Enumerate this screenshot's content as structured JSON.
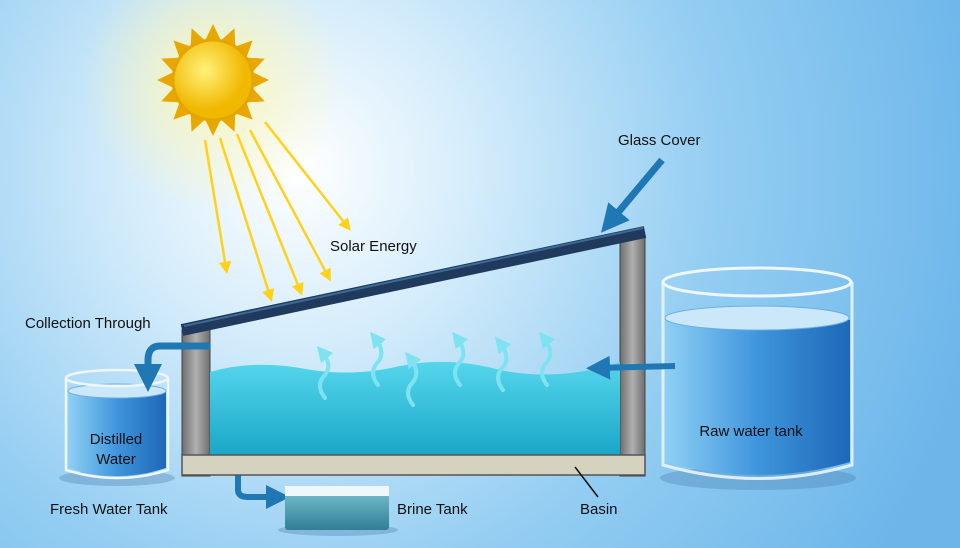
{
  "labels": {
    "glass_cover": "Glass Cover",
    "solar_energy": "Solar Energy",
    "collection_through": "Collection Through",
    "distilled_water_line1": "Distilled",
    "distilled_water_line2": "Water",
    "fresh_water_tank": "Fresh Water Tank",
    "brine_tank": "Brine Tank",
    "basin": "Basin",
    "raw_water_tank": "Raw water tank"
  },
  "colors": {
    "background": "#7fc2ef",
    "sun": "#f5c400",
    "rays": "#ffd21a",
    "glass_cover": "#1f3a5c",
    "water": "#2fc0dc",
    "arrow": "#1f78b4"
  }
}
